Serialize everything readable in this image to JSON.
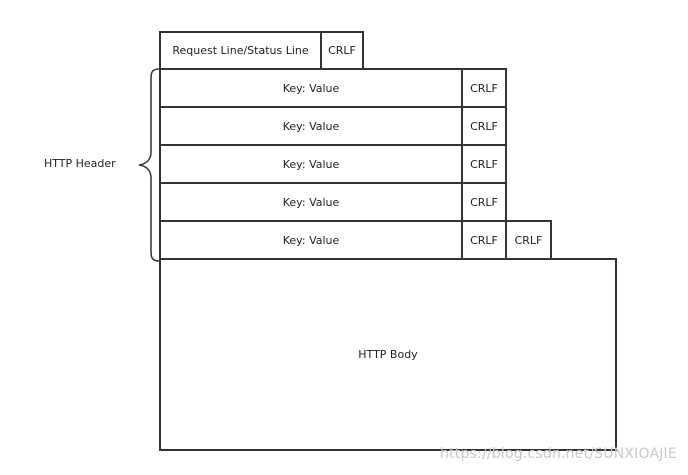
{
  "diagram": {
    "start_line": {
      "label": "Request Line/Status Line",
      "terminator": "CRLF"
    },
    "header": {
      "label": "HTTP Header",
      "fields": [
        {
          "label": "Key: Value",
          "terminator": "CRLF"
        },
        {
          "label": "Key: Value",
          "terminator": "CRLF"
        },
        {
          "label": "Key: Value",
          "terminator": "CRLF"
        },
        {
          "label": "Key: Value",
          "terminator": "CRLF"
        },
        {
          "label": "Key: Value",
          "terminator": "CRLF"
        }
      ],
      "end_terminator": "CRLF"
    },
    "body": {
      "label": "HTTP Body"
    }
  },
  "watermark": "https://blog.csdn.net/SUNXIOAJIE"
}
